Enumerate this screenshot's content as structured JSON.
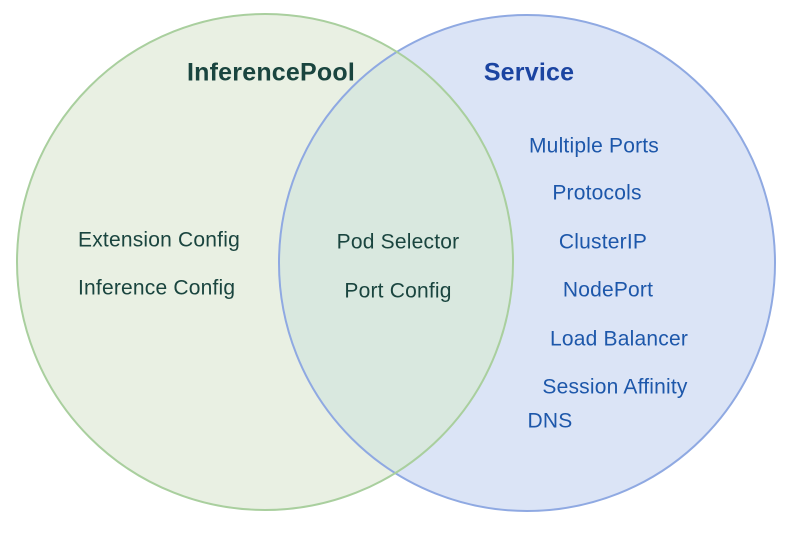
{
  "diagram": {
    "type": "venn",
    "left": {
      "title": "InferencePool",
      "items": [
        "Extension Config",
        "Inference Config"
      ]
    },
    "overlap": {
      "items": [
        "Pod Selector",
        "Port Config"
      ]
    },
    "right": {
      "title": "Service",
      "items": [
        "Multiple Ports",
        "Protocols",
        "ClusterIP",
        "NodePort",
        "Load Balancer",
        "Session Affinity",
        "DNS"
      ]
    },
    "colors": {
      "left_fill": "#e9f0e3",
      "left_stroke": "#a9cf9e",
      "left_text": "#1a453f",
      "right_fill": "#dbe4f6",
      "right_stroke": "#8fa9e2",
      "right_text": "#1d57aa",
      "right_title_text": "#1b44a1",
      "overlap_fill": "#d9e8df",
      "background": "#ffffff"
    }
  }
}
